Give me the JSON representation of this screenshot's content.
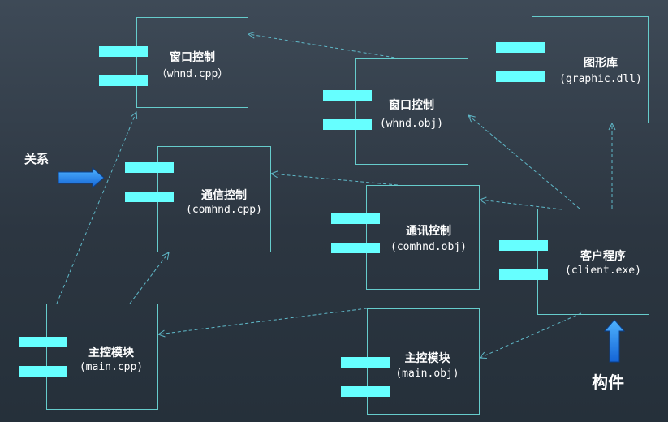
{
  "components": {
    "window_cpp": {
      "name": "窗口控制",
      "file": "（whnd.cpp）"
    },
    "window_obj": {
      "name": "窗口控制",
      "file": "(whnd.obj)"
    },
    "graphic_dll": {
      "name": "图形库",
      "file": "(graphic.dll)"
    },
    "comm_cpp": {
      "name": "通信控制",
      "file": "(comhnd.cpp)"
    },
    "comm_obj": {
      "name": "通讯控制",
      "file": "(comhnd.obj)"
    },
    "client_exe": {
      "name": "客户程序",
      "file": "(client.exe)"
    },
    "main_cpp": {
      "name": "主控模块",
      "file": "(main.cpp)"
    },
    "main_obj": {
      "name": "主控模块",
      "file": "(main.obj)"
    }
  },
  "legend": {
    "relation_label": "关系",
    "component_label": "构件"
  },
  "colors": {
    "border": "#66cccc",
    "tab": "#66ffff",
    "dependency_line": "#5fb8c8",
    "arrow_fill": "#1e90ff"
  }
}
